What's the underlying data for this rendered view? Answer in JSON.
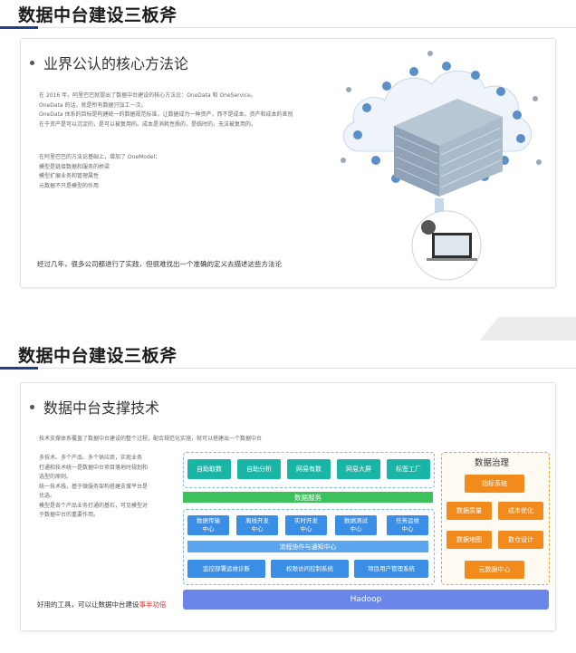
{
  "section1": {
    "title": "数据中台建设三板斧",
    "heading": "业界公认的核心方法论",
    "paragraph1": [
      "在 2016 年，阿里巴巴就提出了数据中台建设的核心方法论：OneData 和 OneService。",
      "OneData 的话，就是所有数据只加工一次。",
      "OneData 体系的目标是构建统一的数据规范标准，让数据成为一种资产，而不是成本。资产和成本的差别",
      "在于资产是可以沉淀的，是可以被复用的。成本是消耗性质的，是临时的，无法被复用的。"
    ],
    "paragraph2": [
      "在阿里巴巴的方法论基础上，增加了 OneModel：",
      "模型是链接数据和服务的桥梁",
      "模型扩展业务和管理属性",
      "元数据不只是模型的作用"
    ],
    "footer": "经过几年，很多公司都进行了实践，但很难找出一个准确的定义去描述这些方法论"
  },
  "section2": {
    "title": "数据中台建设三板斧",
    "heading": "数据中台支撑技术",
    "intro": "技术支撑体系覆盖了数据中台建设的整个过程，配合规范化实施，就可以搭建出一个数据中台",
    "left_text": [
      "多技术、多个产品、多个供应商，实现业务",
      "打通和技术统一是数据中台项目落地时规划和",
      "选型的原则。",
      "统一技术栈，基于微服务架构搭建支撑平台是",
      "优选。",
      "模型是各个产品业务打通的基石，可见模型对",
      "于数据中台的重要作用。"
    ],
    "footer_prefix": "好用的工具，可以让数据中台建设",
    "footer_highlight": "事半功倍",
    "diagram": {
      "top_row": [
        "自助取数",
        "自助分析",
        "网易有数",
        "网易大屏",
        "标签工厂"
      ],
      "data_services": "数据服务",
      "middle_row": [
        "数据传输\n中心",
        "离线开发\n中心",
        "实时开发\n中心",
        "数据测试\n中心",
        "任务运维\n中心"
      ],
      "process_bar": "流程协作与通知中心",
      "bottom_row": [
        "监控部署运维诊断",
        "权限访问控制系统",
        "项目用户管理系统"
      ],
      "hadoop": "Hadoop",
      "governance": {
        "title": "数据治理",
        "items": [
          "指标系统",
          "数据质量",
          "成本优化",
          "数据地图",
          "数仓设计",
          "元数据中心"
        ]
      }
    }
  },
  "colors": {
    "teal": "#19b5a6",
    "green": "#3cc25a",
    "blue": "#3a8ee6",
    "orange": "#f28a1c",
    "hadoop": "#6a86e9",
    "title_underline": "#1f3f86"
  }
}
